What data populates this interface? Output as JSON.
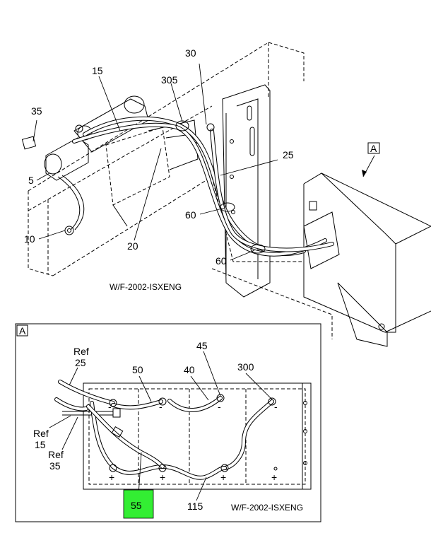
{
  "upper": {
    "callouts": [
      "35",
      "15",
      "305",
      "30",
      "5",
      "10",
      "20",
      "25",
      "60",
      "60"
    ],
    "view_marker": "A",
    "caption": "W/F-2002-ISXENG"
  },
  "detail": {
    "view_label": "A",
    "refs": {
      "ref25": {
        "word": "Ref",
        "num": "25"
      },
      "ref15": {
        "word": "Ref",
        "num": "15"
      },
      "ref35": {
        "word": "Ref",
        "num": "35"
      }
    },
    "callouts": [
      "50",
      "40",
      "45",
      "300",
      "115"
    ],
    "highlight": {
      "label": "55",
      "color": "#33ee33"
    },
    "minus_signs": [
      "-",
      "-",
      "-",
      "-"
    ],
    "plus_signs": [
      "+",
      "+",
      "+",
      "+"
    ],
    "caption": "W/F-2002-ISXENG"
  }
}
